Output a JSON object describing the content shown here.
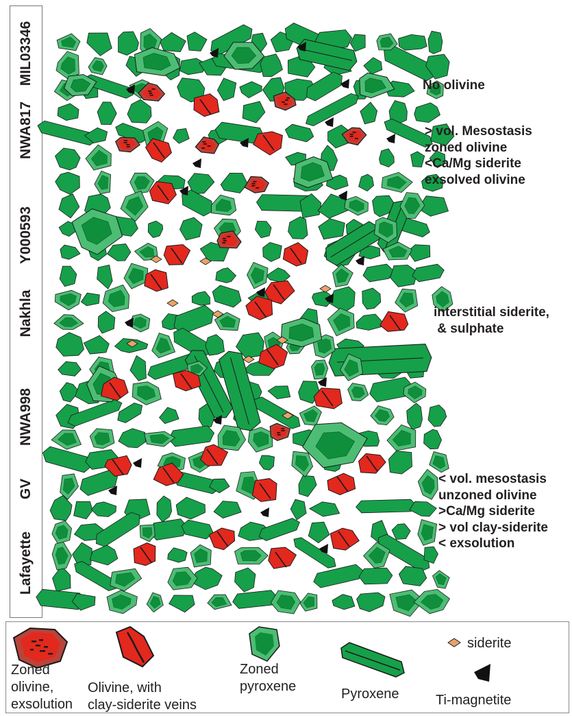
{
  "samples": [
    "MIL03346",
    "NWA817",
    "Y000593",
    "Nakhla",
    "NWA998",
    "GV",
    "Lafayette"
  ],
  "annotations": {
    "no_olivine": [
      "No olivine"
    ],
    "top_group": [
      "> vol. Mesostasis",
      "zoned olivine",
      "<Ca/Mg siderite",
      "exsolved olivine"
    ],
    "middle": [
      "interstitial siderite,",
      " & sulphate"
    ],
    "bottom_group": [
      "< vol. mesostasis",
      "unzoned olivine",
      ">Ca/Mg siderite",
      "> vol clay-siderite",
      "< exsolution"
    ]
  },
  "legend": {
    "zoned_olivine": [
      "Zoned",
      "olivine,",
      "exsolution"
    ],
    "olivine_veins": [
      "Olivine, with",
      "clay-siderite veins"
    ],
    "zoned_pyroxene": [
      "Zoned",
      "pyroxene"
    ],
    "pyroxene": [
      "Pyroxene"
    ],
    "siderite": [
      "siderite"
    ],
    "ti_magnetite": [
      "Ti-magnetite"
    ]
  },
  "colors": {
    "pyroxene": "#16a04a",
    "pyroxene_core": "#0f8f3c",
    "pyroxene_rim": "#4dbd74",
    "olivine": "#e3281e",
    "zoned_olivine": "#b8443a",
    "siderite": "#e8a36a",
    "magnetite": "#111111",
    "outline": "#1a1a1a"
  }
}
